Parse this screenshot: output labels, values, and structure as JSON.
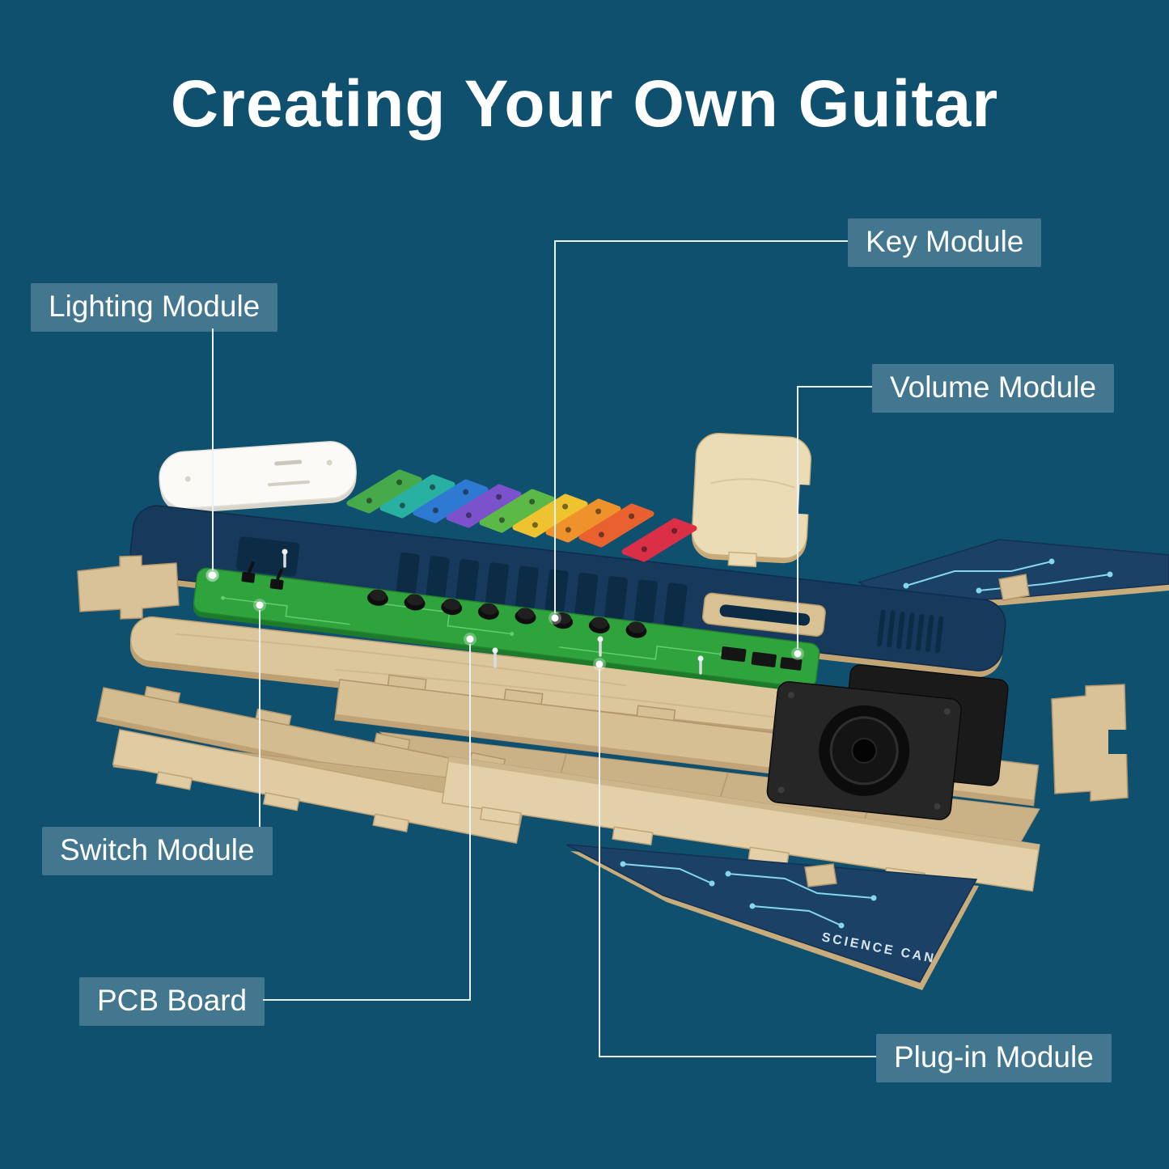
{
  "title": "Creating Your Own Guitar",
  "labels": {
    "key_module": "Key Module",
    "lighting_module": "Lighting Module",
    "volume_module": "Volume Module",
    "switch_module": "Switch Module",
    "pcb_board": "PCB Board",
    "plug_in_module": "Plug-in Module"
  },
  "illustration": {
    "brand_text": "SCIENCE CAN",
    "key_colors": [
      "#46A94A",
      "#28B0A2",
      "#2E79D2",
      "#7B52CC",
      "#5CB847",
      "#EFC32F",
      "#F0922B",
      "#E8612E",
      "#DA2F46"
    ]
  },
  "colors": {
    "background": "#10506F",
    "label_background": "rgba(221,236,243,0.25)",
    "label_text": "#FFFFFF",
    "title_text": "#FFFFFF",
    "leader_line": "#E9F2F7",
    "pcb_green": "#2FA43C",
    "faceplate_navy": "#17395B",
    "wood_light": "#E3D0A8",
    "wood_mid": "#D5BF93",
    "wood_dark": "#B1946A",
    "wing_navy": "#1C4166",
    "trace_blue": "#86D7EA",
    "speaker_black": "#262626"
  }
}
